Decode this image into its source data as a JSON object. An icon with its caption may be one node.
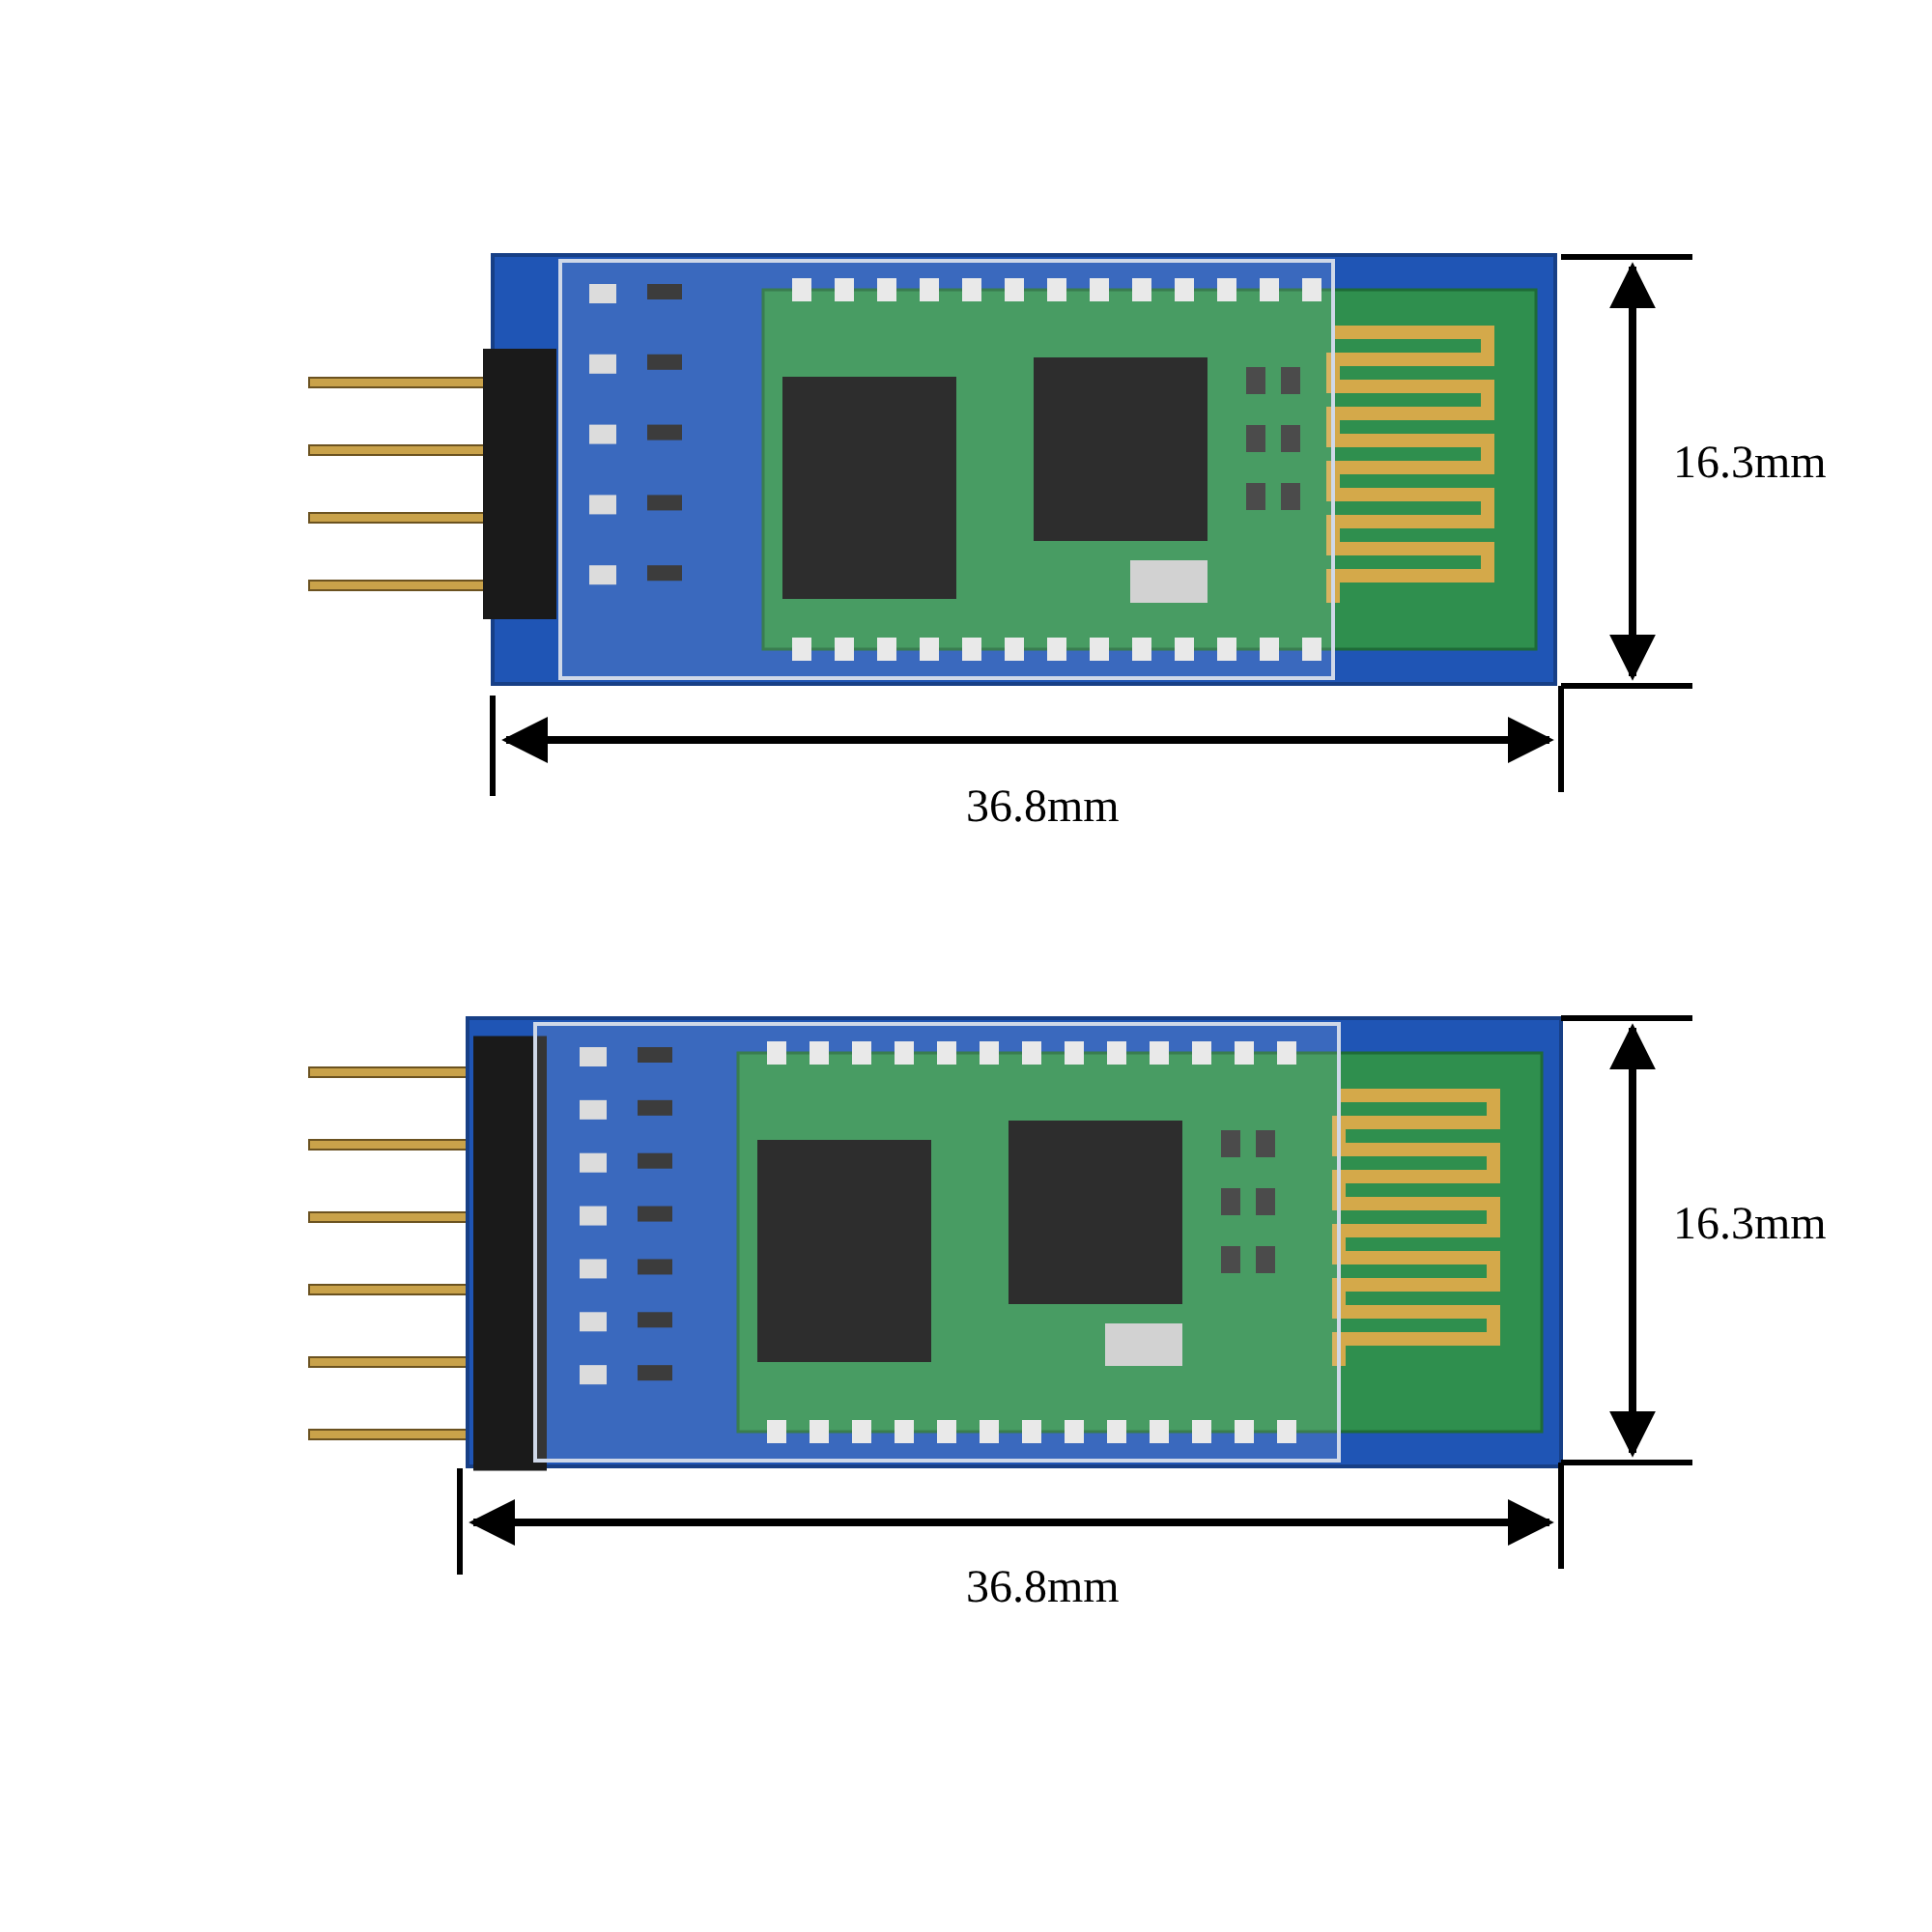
{
  "diagram": {
    "labels": [
      "16.3mm",
      "36.8mm",
      "16.3mm",
      "36.8mm"
    ]
  }
}
